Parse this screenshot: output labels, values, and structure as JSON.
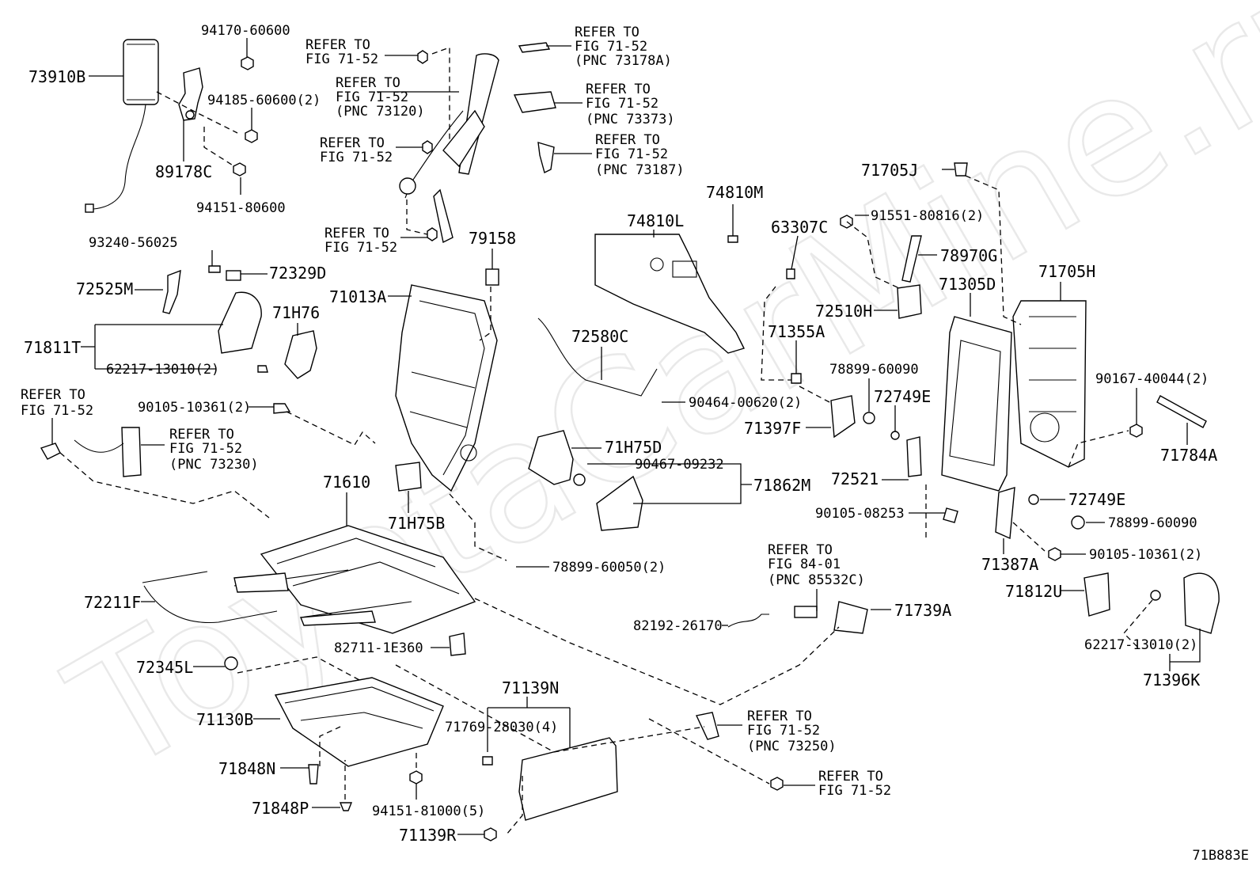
{
  "watermark": "ToyotaCarMine.ru",
  "figure_id": "71B883E",
  "labels": {
    "p73910B": "73910B",
    "p94170_60600": "94170-60600",
    "p94185_60600": "94185-60600(2)",
    "p89178C": "89178C",
    "p94151_80600": "94151-80600",
    "p93240_56025": "93240-56025",
    "p72329D": "72329D",
    "p72525M": "72525M",
    "p71H76": "71H76",
    "p71811T": "71811T",
    "p62217_13010a": "62217-13010(2)",
    "p90105_10361a": "90105-10361(2)",
    "p71013A": "71013A",
    "p79158": "79158",
    "p71H75B": "71H75B",
    "p71610": "71610",
    "p72211F": "72211F",
    "p78899_60050": "78899-60050(2)",
    "p82711_1E360": "82711-1E360",
    "p72345L": "72345L",
    "p71130B": "71130B",
    "p71848N": "71848N",
    "p71848P": "71848P",
    "p94151_81000": "94151-81000(5)",
    "p71139N": "71139N",
    "p71769_28030": "71769-28030(4)",
    "p71139R": "71139R",
    "p74810L": "74810L",
    "p74810M": "74810M",
    "p72580C": "72580C",
    "p90464_00620": "90464-00620(2)",
    "p71H75D": "71H75D",
    "p90467_09232": "90467-09232",
    "p71862M": "71862M",
    "p82192_26170": "82192-26170",
    "p71739A": "71739A",
    "p63307C": "63307C",
    "p71355A": "71355A",
    "p78899_60090a": "78899-60090",
    "p72749Ea": "72749E",
    "p71397F": "71397F",
    "p72521": "72521",
    "p90105_08253": "90105-08253",
    "p71705J": "71705J",
    "p91551_80816": "91551-80816(2)",
    "p78970G": "78970G",
    "p72510H": "72510H",
    "p71305D": "71305D",
    "p71705H": "71705H",
    "p90167_40044": "90167-40044(2)",
    "p71784A": "71784A",
    "p72749Eb": "72749E",
    "p78899_60090b": "78899-60090",
    "p90105_10361b": "90105-10361(2)",
    "p71387A": "71387A",
    "p71812U": "71812U",
    "p62217_13010b": "62217-13010(2)",
    "p71396K": "71396K"
  },
  "refs": {
    "r1": [
      "REFER TO",
      "FIG 71-52"
    ],
    "r2": [
      "REFER TO",
      "FIG 71-52",
      "(PNC 73120)"
    ],
    "r3": [
      "REFER TO",
      "FIG 71-52"
    ],
    "r4": [
      "REFER TO",
      "FIG 71-52"
    ],
    "r5": [
      "REFER TO",
      "FIG 71-52",
      "(PNC 73178A)"
    ],
    "r6": [
      "REFER TO",
      "FIG 71-52",
      "(PNC 73373)"
    ],
    "r7": [
      "REFER TO",
      "FIG 71-52",
      "(PNC 73187)"
    ],
    "r8": [
      "REFER TO",
      "FIG 71-52"
    ],
    "r9": [
      "REFER TO",
      "FIG 71-52",
      "(PNC 73230)"
    ],
    "r10": [
      "REFER TO",
      "FIG 84-01",
      "(PNC 85532C)"
    ],
    "r11": [
      "REFER TO",
      "FIG 71-52",
      "(PNC 73250)"
    ],
    "r12": [
      "REFER TO",
      "FIG 71-52"
    ]
  }
}
